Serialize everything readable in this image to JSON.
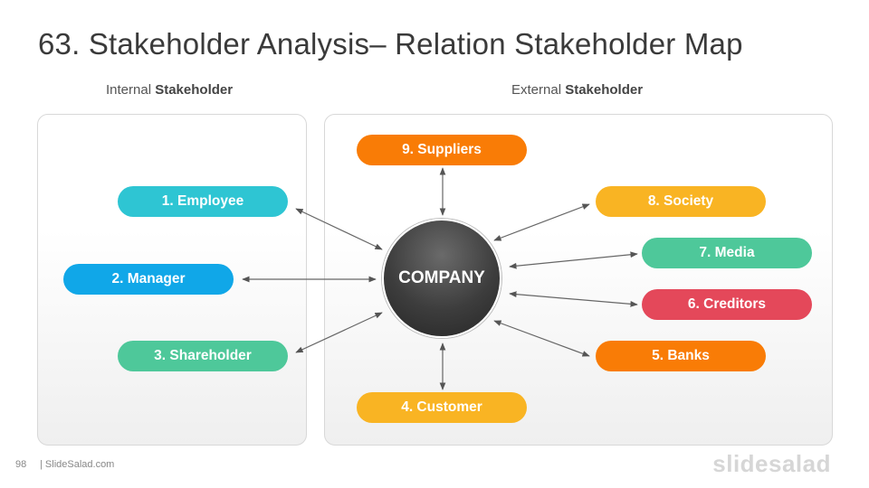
{
  "title": "63. Stakeholder Analysis– Relation Stakeholder Map",
  "internal": {
    "prefix": "Internal",
    "bold": "Stakeholder"
  },
  "external": {
    "prefix": "External",
    "bold": "Stakeholder"
  },
  "center": "COMPANY",
  "stakeholders": [
    {
      "label": "1. Employee",
      "color": "#2ec5d3"
    },
    {
      "label": "2. Manager",
      "color": "#10a7e8"
    },
    {
      "label": "3. Shareholder",
      "color": "#4ec89a"
    },
    {
      "label": "4. Customer",
      "color": "#f9b423"
    },
    {
      "label": "5. Banks",
      "color": "#f97c06"
    },
    {
      "label": "6. Creditors",
      "color": "#e4485a"
    },
    {
      "label": "7. Media",
      "color": "#4ec89a"
    },
    {
      "label": "8. Society",
      "color": "#f9b423"
    },
    {
      "label": "9. Suppliers",
      "color": "#f97c06"
    }
  ],
  "footer": {
    "page": "98",
    "site": "| SlideSalad.com"
  },
  "logo": "slidesalad"
}
